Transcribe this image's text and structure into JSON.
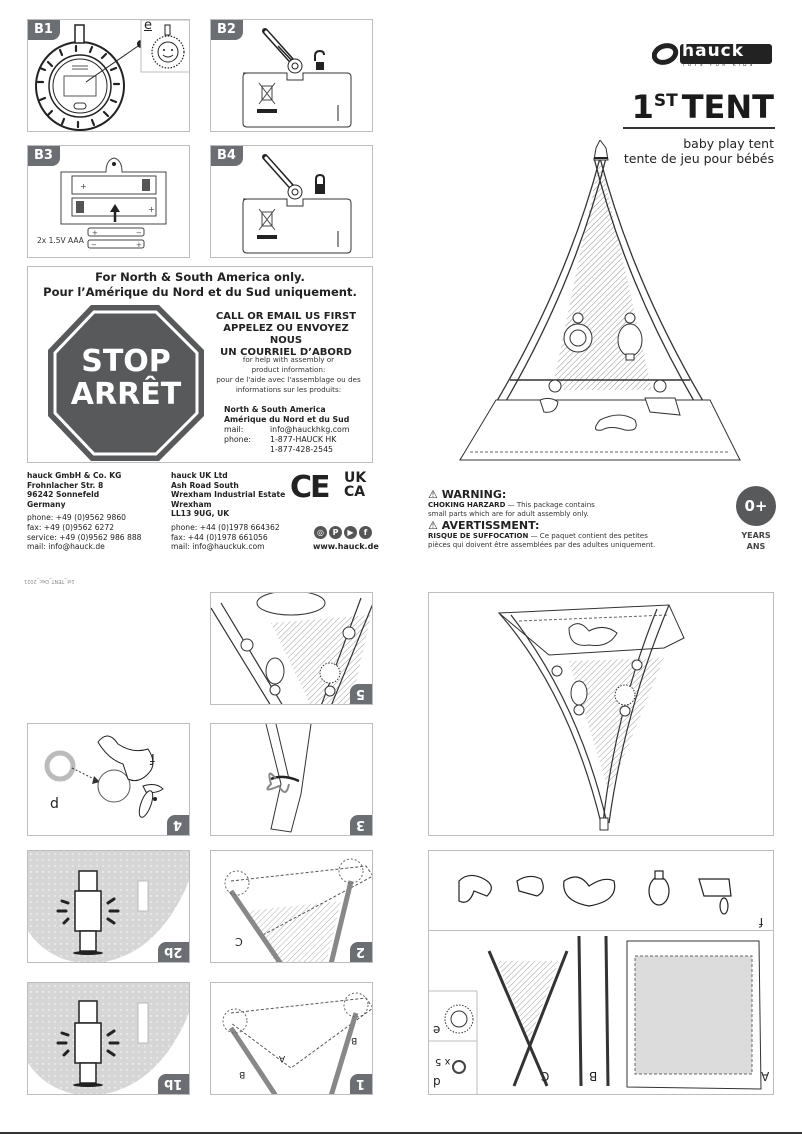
{
  "brand": {
    "name": "hauck",
    "tagline": "TOYS FOR KIDS"
  },
  "product": {
    "title_main": "1",
    "title_sup": "ST",
    "title_rest": "TENT",
    "subtitle_en": "baby play tent",
    "subtitle_fr": "tente de jeu pour bébés"
  },
  "battery_panels": [
    {
      "label": "B1",
      "inset_label": "e"
    },
    {
      "label": "B2"
    },
    {
      "label": "B3",
      "battery_text": "2x 1.5V AAA"
    },
    {
      "label": "B4"
    }
  ],
  "americas_notice": {
    "heading_en": "For North & South America only.",
    "heading_fr": "Pour l’Amérique du Nord et du Sud uniquement.",
    "stop_en": "STOP",
    "stop_fr": "ARRÊT",
    "call_lines": [
      "CALL OR EMAIL US FIRST",
      "APPELEZ OU ENVOYEZ NOUS",
      "UN COURRIEL D’ABORD"
    ],
    "help_en": "for help with assembly or product information:",
    "help_fr": "pour de l'aide avec l'assemblage ou des informations sur les produits:",
    "region_en": "North & South America",
    "region_fr": "Amérique du Nord et du Sud",
    "mail_label": "mail:",
    "mail_value": "info@hauckhkg.com",
    "phone_label": "phone:",
    "phone_value_1": "1-877-HAUCK HK",
    "phone_value_2": "1-877-428-2545"
  },
  "addresses": {
    "germany": {
      "lines_bold": [
        "hauck GmbH & Co. KG",
        "Frohnlacher Str. 8",
        "96242 Sonnefeld",
        "Germany"
      ],
      "phone": "phone:  +49 (0)9562 9860",
      "fax": "fax:    +49 (0)9562 6272",
      "service": "service:  +49 (0)9562 986 888",
      "mail": "mail:   info@hauck.de"
    },
    "uk": {
      "lines_bold": [
        "hauck UK Ltd",
        "Ash Road South",
        "Wrexham Industrial Estate",
        "Wrexham",
        "LL13 9UG, UK"
      ],
      "phone": "phone:  +44 (0)1978 664362",
      "fax": "fax:   +44 (0)1978 661056",
      "mail": "mail:   info@hauckuk.com"
    }
  },
  "marks": {
    "ce": "CE",
    "ukca_top": "UK",
    "ukca_bottom": "CA"
  },
  "social": {
    "icons": [
      "instagram-icon",
      "pinterest-icon",
      "youtube-icon",
      "facebook-icon"
    ],
    "glyphs": [
      "◎",
      "P",
      "▶",
      "f"
    ],
    "website": "www.hauck.de"
  },
  "warning": {
    "en_heading": "⚠ WARNING:",
    "en_bold": "CHOKING HARZARD",
    "en_text": " —  This package contains",
    "en_text2": "small parts which are for adult assembly only.",
    "fr_heading": "⚠ AVERTISSMENT:",
    "fr_bold": "RISQUE DE SUFFOCATION",
    "fr_text": "  —  Ce paquet contient des petites",
    "fr_text2": "pièces qui doivent être assemblées par des adultes uniquement."
  },
  "age": {
    "badge": "0+",
    "line1": "YEARS",
    "line2": "ANS"
  },
  "doc_code": "1st_TENT_Dec_2021",
  "steps": [
    {
      "label": "5"
    },
    {
      "label": "4",
      "part_labels": [
        "d",
        "f"
      ]
    },
    {
      "label": "3"
    },
    {
      "label": "2b"
    },
    {
      "label": "2",
      "part_labels": [
        "C"
      ]
    },
    {
      "label": "1b"
    },
    {
      "label": "1",
      "part_labels": [
        "A",
        "B",
        "B"
      ]
    }
  ],
  "parts": {
    "toys_label": "f",
    "items": [
      {
        "label": "A"
      },
      {
        "label": "B"
      },
      {
        "label": "C"
      },
      {
        "label": "d",
        "qty": "x 5"
      },
      {
        "label": "e"
      }
    ]
  },
  "colors": {
    "tab_gray": "#6b6e72",
    "stop_gray": "#58595b",
    "panel_border": "#bdbdbd",
    "fill_gray": "#dcdcdc"
  }
}
